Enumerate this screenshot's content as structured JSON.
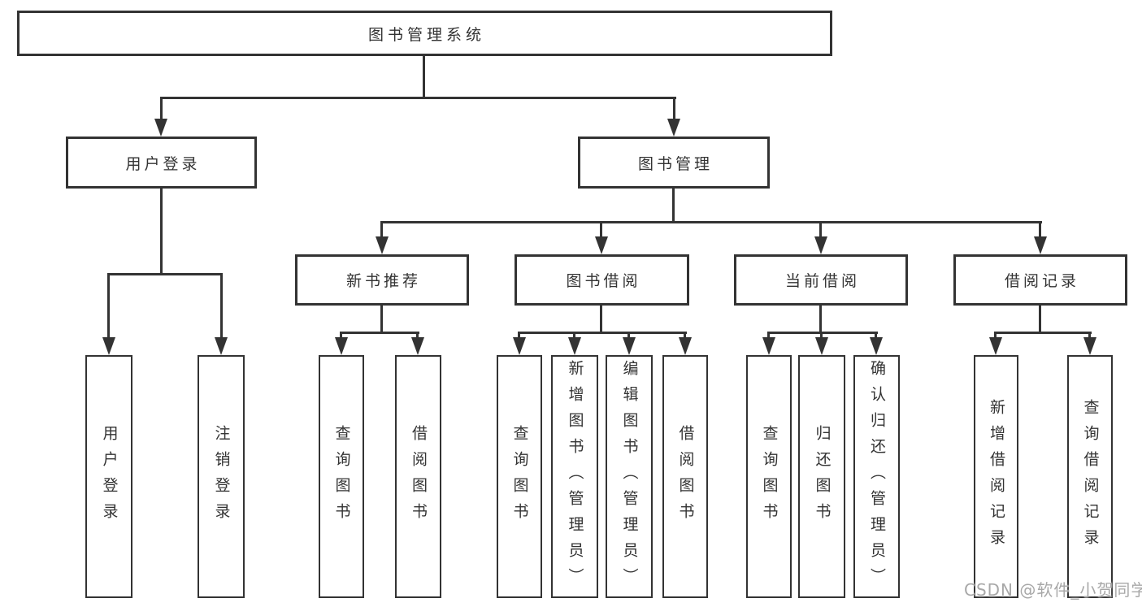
{
  "tree": {
    "root": {
      "label": "图书管理系统",
      "children": [
        {
          "label": "用户登录",
          "children": [
            {
              "label": "用户登录"
            },
            {
              "label": "注销登录"
            }
          ]
        },
        {
          "label": "图书管理",
          "children": [
            {
              "label": "新书推荐",
              "children": [
                {
                  "label": "查询图书"
                },
                {
                  "label": "借阅图书"
                }
              ]
            },
            {
              "label": "图书借阅",
              "children": [
                {
                  "label": "查询图书"
                },
                {
                  "label": "新增图书（管理员）"
                },
                {
                  "label": "编辑图书（管理员）"
                },
                {
                  "label": "借阅图书"
                }
              ]
            },
            {
              "label": "当前借阅",
              "children": [
                {
                  "label": "查询图书"
                },
                {
                  "label": "归还图书"
                },
                {
                  "label": "确认归还（管理员）"
                }
              ]
            },
            {
              "label": "借阅记录",
              "children": [
                {
                  "label": "新增借阅记录"
                },
                {
                  "label": "查询借阅记录"
                }
              ]
            }
          ]
        }
      ]
    }
  },
  "watermark": {
    "text": "CSDN @软件_小贺同学"
  },
  "colors": {
    "line": "#333333",
    "text": "#333333",
    "watermark": "#a8a8a8",
    "background": "#ffffff"
  }
}
